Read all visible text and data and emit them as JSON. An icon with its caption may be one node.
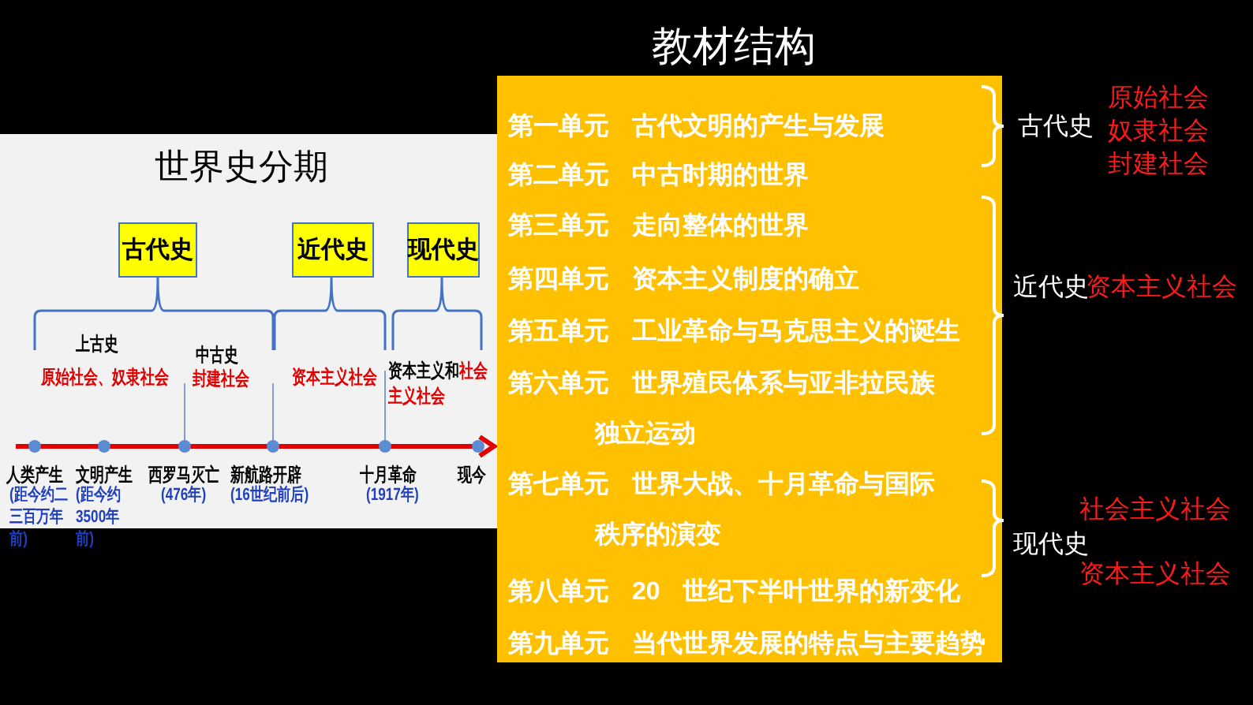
{
  "diagram": {
    "title": "教材结构",
    "nodes": [
      {
        "text": [
          "世界史分期"
        ]
      },
      {
        "text": [
          "古代史"
        ],
        "in": 0
      },
      {
        "text": [
          "近代史"
        ],
        "in": 0
      },
      {
        "text": [
          "现代史"
        ],
        "in": 0
      },
      {
        "text": [
          "第一单元 古代文明的产生与发展",
          "第二单元 中古时期的世界",
          "第三单元 走向整体的世界",
          "第四单元 资本主义制度的确立",
          "第五单元 工业革命与马克思主义的诞生",
          "第六单元 世界殖民体系与亚非拉民族独立运动",
          "第七单元 世界大战、十月革命与国际秩序的演变",
          "第八单元 20 世纪下半叶世界的新变化",
          "第九单元 当代世界发展的特点与主要趋势"
        ]
      }
    ],
    "edges": [],
    "labels": [
      "上古史",
      "原始社会、奴隶社会",
      "中古史",
      "封建社会",
      "资本主义社会",
      "资本主义和",
      "社会主义社会",
      "人类产生",
      "(距今约二三百万年前)",
      "文明产生",
      "(距今约3500年前)",
      "西罗马灭亡",
      "(476年)",
      "新航路开辟",
      "(16世纪前后)",
      "十月革命",
      "(1917年)",
      "现今",
      "古代史",
      "原始社会",
      "奴隶社会",
      "封建社会",
      "近代史",
      "资本主义社会",
      "现代史",
      "社会主义社会",
      "资本主义社会"
    ]
  }
}
